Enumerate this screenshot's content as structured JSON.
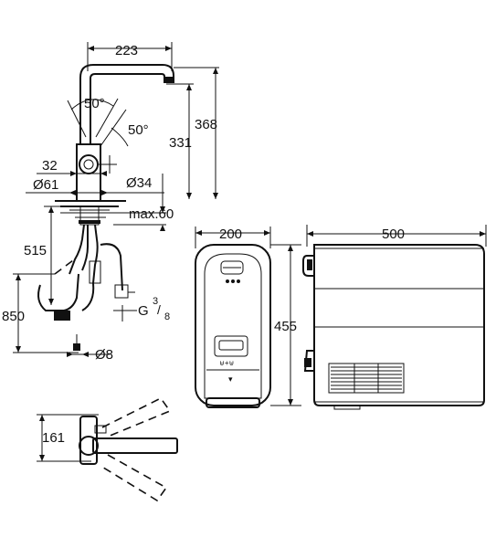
{
  "tap": {
    "width": "223",
    "height_total": "368",
    "height_spout": "331",
    "angle_top": "50°",
    "angle_side": "50°",
    "lever_width": "32",
    "base_diameter": "Ø61",
    "hole_diameter": "Ø34",
    "max_thickness": "max.60",
    "hose_length": "515",
    "under_length": "850",
    "thread_g": "G",
    "thread_num": "3",
    "thread_den": "8",
    "pipe_diameter": "Ø8",
    "swing_height": "161"
  },
  "boiler": {
    "width": "200",
    "height": "455",
    "depth": "500",
    "button_label": "⊎+⊎"
  }
}
